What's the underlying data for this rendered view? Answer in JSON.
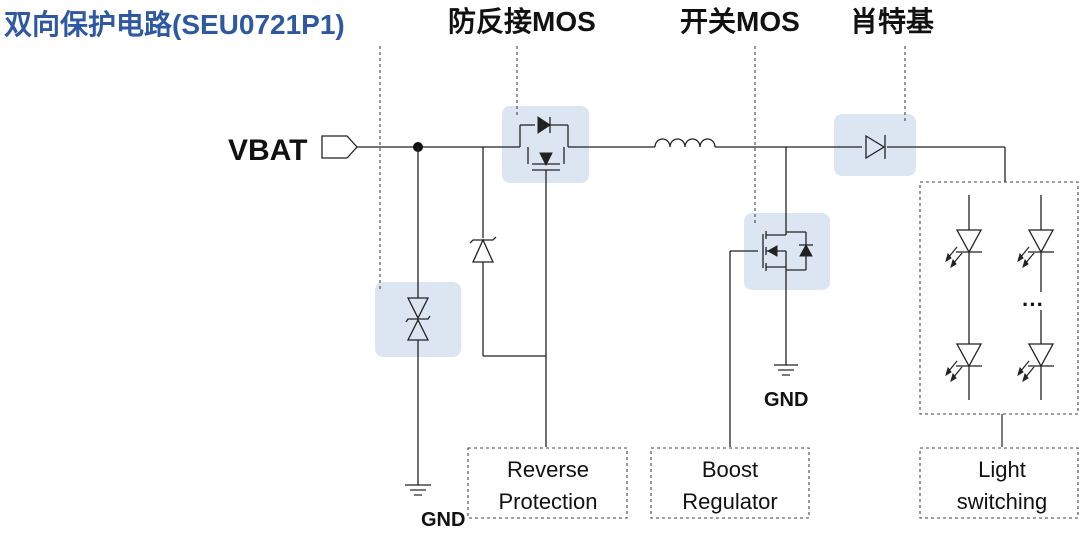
{
  "title": "双向保护电路(SEU0721P1)",
  "headers": {
    "reverse_mos": "防反接MOS",
    "switch_mos": "开关MOS",
    "schottky": "肖特基"
  },
  "labels": {
    "vbat": "VBAT",
    "gnd": "GND",
    "dots": "···"
  },
  "boxes": {
    "reverse_protection": [
      "Reverse",
      "Protection"
    ],
    "boost_regulator": [
      "Boost",
      "Regulator"
    ],
    "light_switching": [
      "Light",
      "switching"
    ]
  },
  "colors": {
    "title": "#2f58a3",
    "highlight": "#dce6f2",
    "line": "#222222"
  }
}
